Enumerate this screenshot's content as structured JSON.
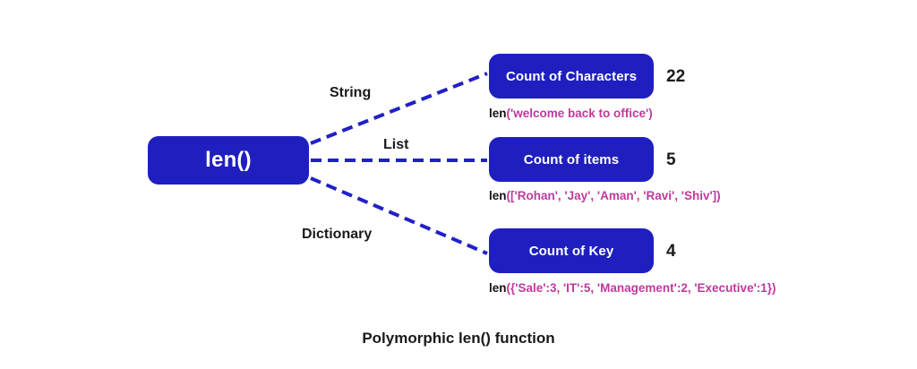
{
  "diagram": {
    "caption": "Polymorphic len() function",
    "colors": {
      "node_blue": "#1f1fc0",
      "edge_blue": "#2020c8",
      "code_magenta": "#c0399f",
      "text_dark": "#1a1a1a",
      "background": "#ffffff"
    },
    "root": {
      "label": "len()"
    },
    "branches": [
      {
        "edge_label": "String",
        "node_label": "Count of Characters",
        "result": "22",
        "code_fn": "len",
        "code_args": "('welcome back to office')"
      },
      {
        "edge_label": "List",
        "node_label": "Count of items",
        "result": "5",
        "code_fn": "len",
        "code_args": "(['Rohan', 'Jay', 'Aman', 'Ravi', 'Shiv'])"
      },
      {
        "edge_label": "Dictionary",
        "node_label": "Count of Key",
        "result": "4",
        "code_fn": "len",
        "code_args": "({'Sale':3, 'IT':5, 'Management':2, 'Executive':1})"
      }
    ]
  }
}
